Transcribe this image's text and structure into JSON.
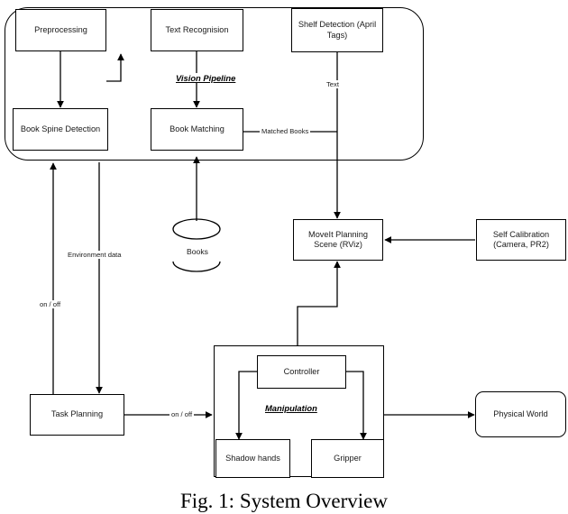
{
  "figure": {
    "caption": "Fig. 1: System Overview"
  },
  "groups": {
    "vision_pipeline": {
      "label": "Vision Pipeline"
    },
    "manipulation": {
      "label": "Manipulation"
    }
  },
  "nodes": {
    "preprocessing": {
      "label": "Preprocessing"
    },
    "text_recognition": {
      "label": "Text Recognision"
    },
    "shelf_detection": {
      "label": "Shelf Detection (April Tags)"
    },
    "book_spine_detection": {
      "label": "Book Spine Detection"
    },
    "book_matching": {
      "label": "Book Matching"
    },
    "moveit_planning_scene": {
      "label": "MoveIt Planning Scene (RViz)"
    },
    "self_calibration": {
      "label": "Self Calibration (Camera, PR2)"
    },
    "task_planning": {
      "label": "Task Planning"
    },
    "controller": {
      "label": "Controller"
    },
    "shadow_hands": {
      "label": "Shadow hands"
    },
    "gripper": {
      "label": "Gripper"
    },
    "physical_world": {
      "label": "Physical World"
    }
  },
  "datastores": {
    "books": {
      "label": "Books"
    }
  },
  "edge_labels": {
    "text": "Text",
    "matched_books": "Matched Books",
    "environment_data": "Environment data",
    "on_off_left": "on / off",
    "on_off_bottom": "on / off"
  },
  "style": {
    "stroke": "#000000",
    "background": "#ffffff"
  }
}
